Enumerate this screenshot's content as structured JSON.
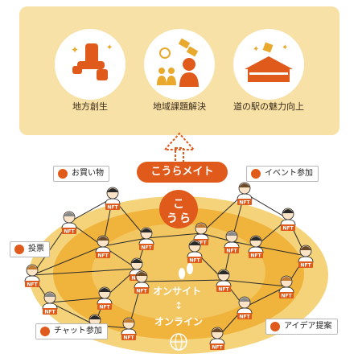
{
  "benefits": [
    {
      "label": "地方創生",
      "icon": "sofa-sparkle-icon"
    },
    {
      "label": "地域課題解決",
      "icon": "idea-people-icon"
    },
    {
      "label": "道の駅の魅力向上",
      "icon": "station-building-icon"
    }
  ],
  "brand": {
    "name": "こうらメイト"
  },
  "logo_text": {
    "line1": "こ",
    "line2": "う",
    "line3": "ら"
  },
  "tags": {
    "shopping": "お買い物",
    "event": "イベント参加",
    "vote": "投票",
    "chat": "チャット参加",
    "idea": "アイデア提案"
  },
  "modes": {
    "onsite": "オンサイト",
    "online": "オンライン"
  },
  "nft_label": "NFT",
  "colors": {
    "accent": "#e05a1c",
    "panel": "#f7e1a6",
    "ellipse_outer": "#f4d37b",
    "ellipse_inner": "#f0b33c"
  }
}
